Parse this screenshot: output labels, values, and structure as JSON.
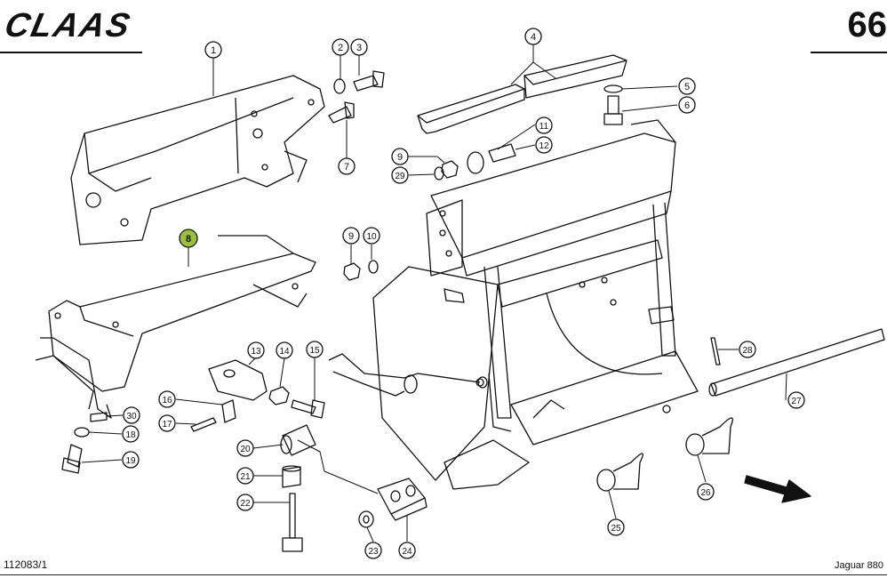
{
  "header": {
    "brand": "CLAAS",
    "page_number": "66"
  },
  "footer": {
    "drawing_number": "112083/1",
    "model": "Jaguar 880"
  },
  "callouts": [
    {
      "label": "1"
    },
    {
      "label": "2"
    },
    {
      "label": "3"
    },
    {
      "label": "4"
    },
    {
      "label": "5"
    },
    {
      "label": "6"
    },
    {
      "label": "7"
    },
    {
      "label": "8",
      "highlight": "#9bbf3a"
    },
    {
      "label": "9"
    },
    {
      "label": "29"
    },
    {
      "label": "11"
    },
    {
      "label": "12"
    },
    {
      "label": "9"
    },
    {
      "label": "10"
    },
    {
      "label": "13"
    },
    {
      "label": "14"
    },
    {
      "label": "15"
    },
    {
      "label": "16"
    },
    {
      "label": "17"
    },
    {
      "label": "30"
    },
    {
      "label": "18"
    },
    {
      "label": "19"
    },
    {
      "label": "20"
    },
    {
      "label": "21"
    },
    {
      "label": "22"
    },
    {
      "label": "23"
    },
    {
      "label": "24"
    },
    {
      "label": "25"
    },
    {
      "label": "26"
    },
    {
      "label": "27"
    },
    {
      "label": "28"
    }
  ],
  "colors": {
    "line": "#111111",
    "highlight": "#9bbf3a"
  },
  "icons": {
    "direction": "arrow-right-down-icon"
  }
}
